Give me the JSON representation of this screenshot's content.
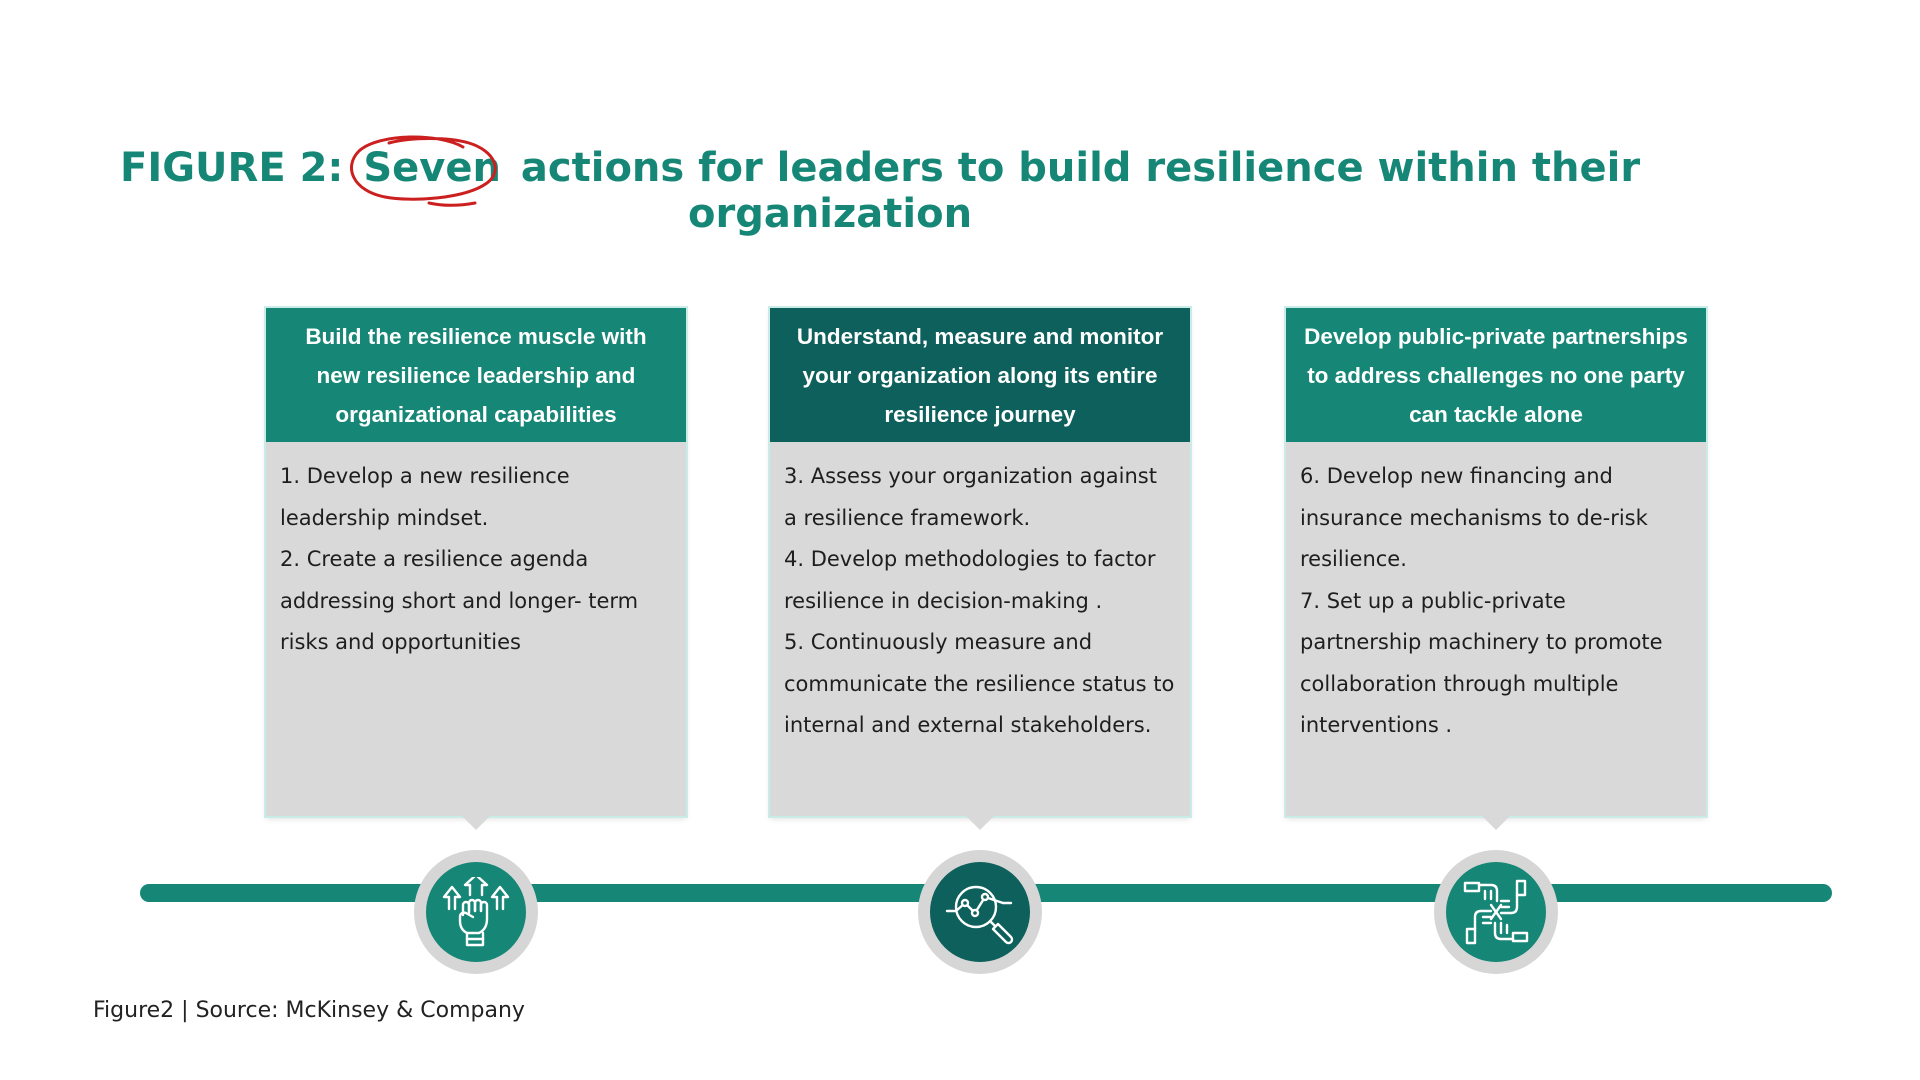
{
  "title": {
    "prefix": "FIGURE 2:",
    "highlight": "Seven",
    "line1_rest": "actions for leaders to build resilience within their",
    "line2": "organization"
  },
  "colors": {
    "teal": "#168776",
    "dark_teal": "#0d605c",
    "card_gray": "#d9d9d9",
    "annotation_red": "#cc1f1f"
  },
  "cards": [
    {
      "header": "Build the resilience muscle with new resilience leadership and organizational capabilities",
      "items": [
        "1. Develop a new resilience leadership mindset.",
        "2. Create a resilience agenda addressing short and longer- term risks and opportunities"
      ],
      "icon": "fist-arrows-up-icon"
    },
    {
      "header": "Understand, measure and monitor your organization along its entire resilience journey",
      "items": [
        "3. Assess your organization against a resilience framework.",
        "4. Develop methodologies to factor resilience in decision-making .",
        "5. Continuously measure and communicate the resilience status to internal and external stakeholders."
      ],
      "icon": "magnifier-chart-icon"
    },
    {
      "header": "Develop public-private partnerships to address challenges no one party can tackle alone",
      "items": [
        "6. Develop new financing and insurance mechanisms to de-risk resilience.",
        "7. Set up a public-private partnership machinery to promote collaboration through multiple interventions ."
      ],
      "icon": "joined-hands-icon"
    }
  ],
  "caption": "Figure2 | Source: McKinsey & Company"
}
